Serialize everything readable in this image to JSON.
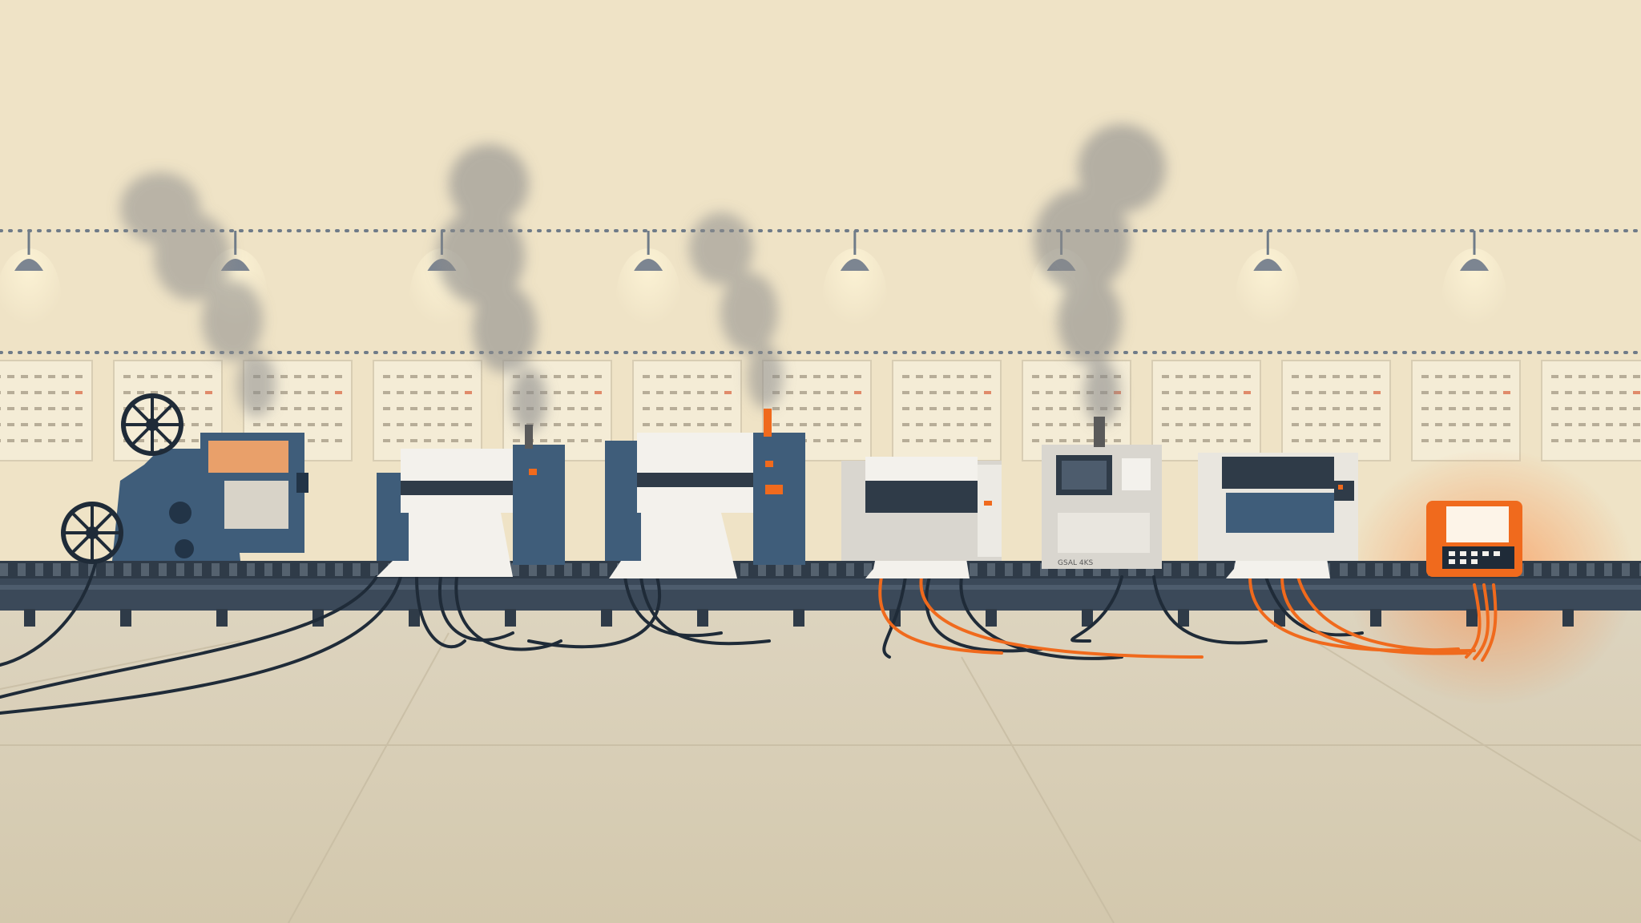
{
  "scene": {
    "subject": "printing-machine-evolution",
    "machine_count": 7,
    "lamp_count": 8,
    "calendar_count": 13,
    "smoke_plume_count": 4
  },
  "labels": {
    "device_badge": "GSAL 4KS"
  },
  "colors": {
    "background": "#efe3c6",
    "floor": "#d9cfb8",
    "machine_slate": "#3f5d7a",
    "machine_dark": "#223447",
    "conveyor": "#2f3b48",
    "cable_dark": "#1f2b38",
    "accent_orange": "#f06a1d",
    "paper": "#f3f1ec",
    "smoke": "#8c8c8c"
  }
}
